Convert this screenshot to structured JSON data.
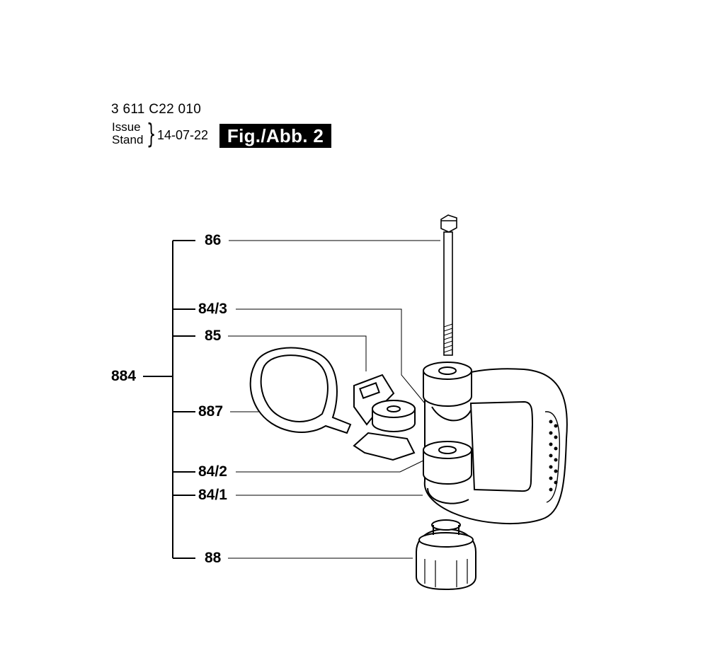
{
  "header": {
    "part_number": "3 611 C22 010",
    "issue_label": "Issue",
    "stand_label": "Stand",
    "date": "14-07-22",
    "figure": "Fig./Abb. 2"
  },
  "callouts": {
    "group": "884",
    "bolt": "86",
    "upper_jaw": "84/3",
    "wing_nut": "85",
    "band": "887",
    "lower_jaw": "84/2",
    "handle": "84/1",
    "knob": "88"
  }
}
